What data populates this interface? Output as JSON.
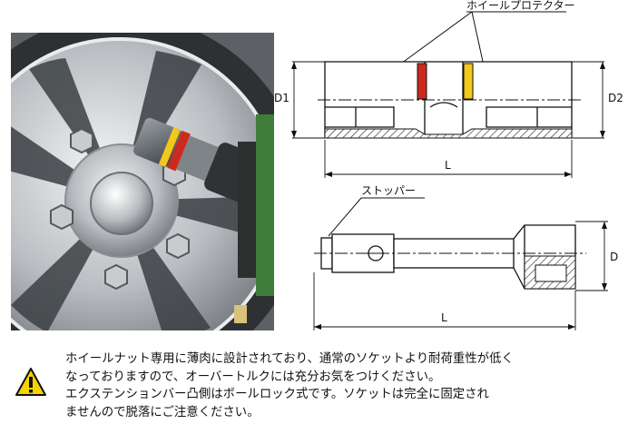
{
  "labels": {
    "wheel_protector": "ホイールプロテクター",
    "stopper": "ストッパー",
    "d1": "D1",
    "d2": "D2",
    "l_top": "L",
    "d": "D",
    "l_bottom": "L"
  },
  "notice": {
    "lines": [
      "ホイールナット専用に薄肉に設計されており、通常のソケットより耐荷重性が低く",
      "なっておりますので、オーバートルクには充分お気をつけください。",
      "エクステンションバー凸側はボールロック式です。ソケットは完全に固定され",
      "ませんので脱落にご注意ください。"
    ]
  },
  "colors": {
    "ring_red": "#cc2a1e",
    "ring_yellow": "#f2c81a",
    "hatch": "#222222",
    "caution_yellow": "#f5d400"
  },
  "icons": {
    "caution": "caution-triangle-icon"
  }
}
